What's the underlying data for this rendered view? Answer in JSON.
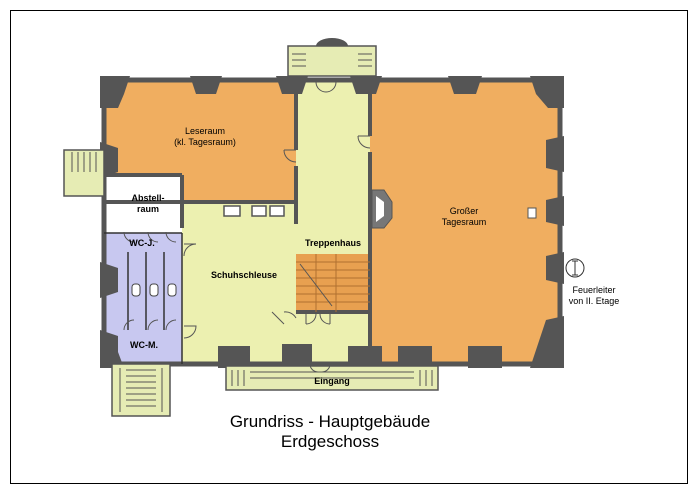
{
  "title": {
    "line1": "Grundriss - Hauptgebäude",
    "line2": "Erdgeschoss"
  },
  "rooms": {
    "leseraum": {
      "line1": "Leseraum",
      "line2": "(kl. Tagesraum)"
    },
    "abstellraum": {
      "line1": "Abstell-",
      "line2": "raum"
    },
    "wc_j": "WC-J.",
    "wc_m": "WC-M.",
    "schuhschleuse": "Schuhschleuse",
    "treppenhaus": "Treppenhaus",
    "grosser_tagesraum": {
      "line1": "Großer",
      "line2": "Tagesraum"
    },
    "eingang": "Eingang"
  },
  "annotations": {
    "feuerleiter": {
      "line1": "Feuerleiter",
      "line2": "von II. Etage"
    }
  },
  "colors": {
    "orange_room": "#f0ae60",
    "hall": "#ecf0b0",
    "wc": "#c8c8f0",
    "wall": "#555555",
    "stairs": "#e8a050",
    "steps": "#e6ecb4"
  }
}
